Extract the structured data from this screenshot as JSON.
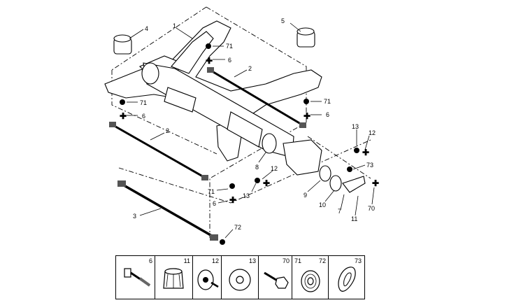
{
  "callouts": {
    "c1": "1",
    "c2a": "2",
    "c2b": "2",
    "c3": "3",
    "c4": "4",
    "c5": "5",
    "c71a": "71",
    "c6a": "6",
    "c71b": "71",
    "c6b": "6",
    "c71c": "71",
    "c6c": "6",
    "c71d": "71",
    "c6d": "6",
    "c13a": "13",
    "c12a": "12",
    "c73": "73",
    "c8": "8",
    "c12b": "12",
    "c13b": "13",
    "c9": "9",
    "c10": "10",
    "c7": "7",
    "c11": "11",
    "c70": "70",
    "c72": "72"
  },
  "legend": {
    "items": [
      {
        "number": "6",
        "icon": "bolt-icon"
      },
      {
        "number": "11",
        "icon": "bush-icon"
      },
      {
        "number": "12",
        "icon": "flange-bolt-icon"
      },
      {
        "number": "13",
        "icon": "washer-icon"
      },
      {
        "number": "70",
        "icon": "hex-bolt-icon"
      },
      {
        "number": "71",
        "icon": "washer-icon"
      },
      {
        "number": "72",
        "icon": "washer-icon"
      },
      {
        "number": "73",
        "icon": "oval-washer-icon"
      }
    ]
  }
}
